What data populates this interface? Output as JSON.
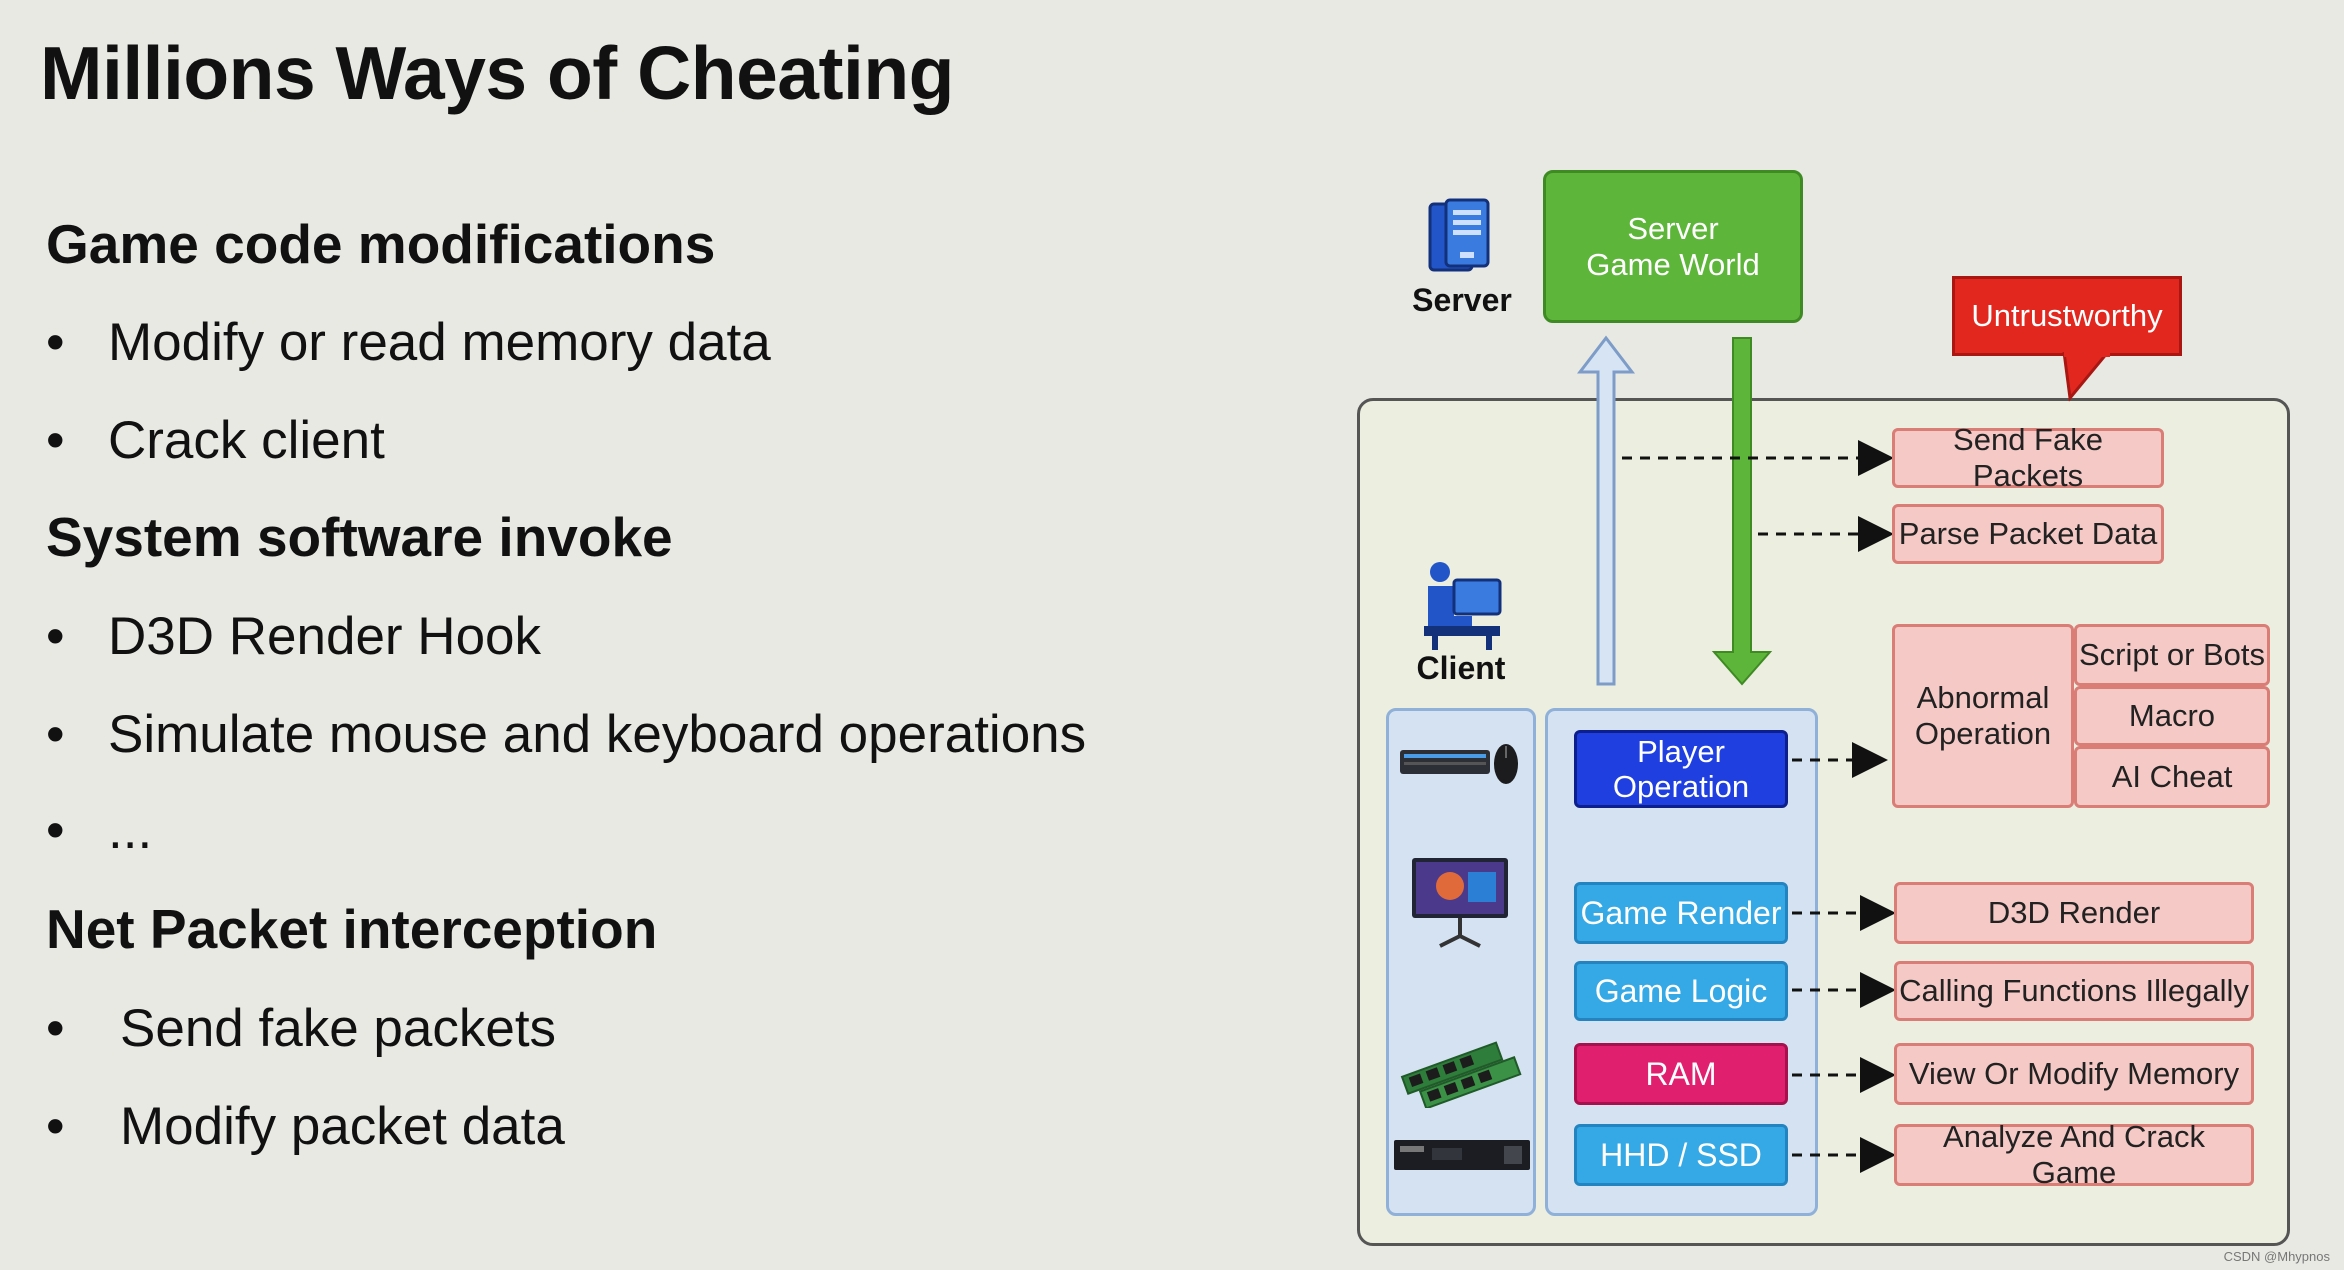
{
  "slide": {
    "title": "Millions Ways of Cheating",
    "sections": [
      {
        "heading": "Game code modifications",
        "bullets": [
          "Modify or read memory data",
          "Crack client"
        ]
      },
      {
        "heading": "System software invoke",
        "bullets": [
          "D3D Render Hook",
          "Simulate mouse and keyboard operations",
          "..."
        ]
      },
      {
        "heading": "Net Packet interception",
        "bullets": [
          "Send fake packets",
          "Modify packet data"
        ]
      }
    ],
    "bullet_char": "•"
  },
  "diagram": {
    "server_label": "Server",
    "server_world": {
      "line1": "Server",
      "line2": "Game World"
    },
    "untrustworthy": "Untrustworthy",
    "client_label": "Client",
    "send_fake_packets": "Send Fake Packets",
    "parse_packet_data": "Parse Packet Data",
    "abnormal_operation": {
      "line1": "Abnormal",
      "line2": "Operation"
    },
    "script_or_bots": "Script or Bots",
    "macro": "Macro",
    "ai_cheat": "AI Cheat",
    "player_operation": {
      "line1": "Player",
      "line2": "Operation"
    },
    "game_render": "Game Render",
    "game_logic": "Game Logic",
    "ram": "RAM",
    "hhd_ssd": "HHD / SSD",
    "d3d_render": "D3D Render",
    "calling_functions": "Calling Functions Illegally",
    "view_modify_memory": "View Or Modify Memory",
    "analyze_crack": "Analyze And Crack Game"
  },
  "colors": {
    "server_green": "#5db53a",
    "untrustworthy_red": "#e2271f",
    "player_blue": "#1f3fe0",
    "component_cyan": "#35a9e6",
    "ram_magenta": "#e0206e",
    "cheat_pink": "#f5c9c5"
  },
  "icons": [
    "server-icon",
    "client-user-icon",
    "keyboard-mouse-icon",
    "monitor-icon",
    "ram-sticks-icon",
    "ssd-icon"
  ],
  "footer": "CSDN @Mhypnos"
}
